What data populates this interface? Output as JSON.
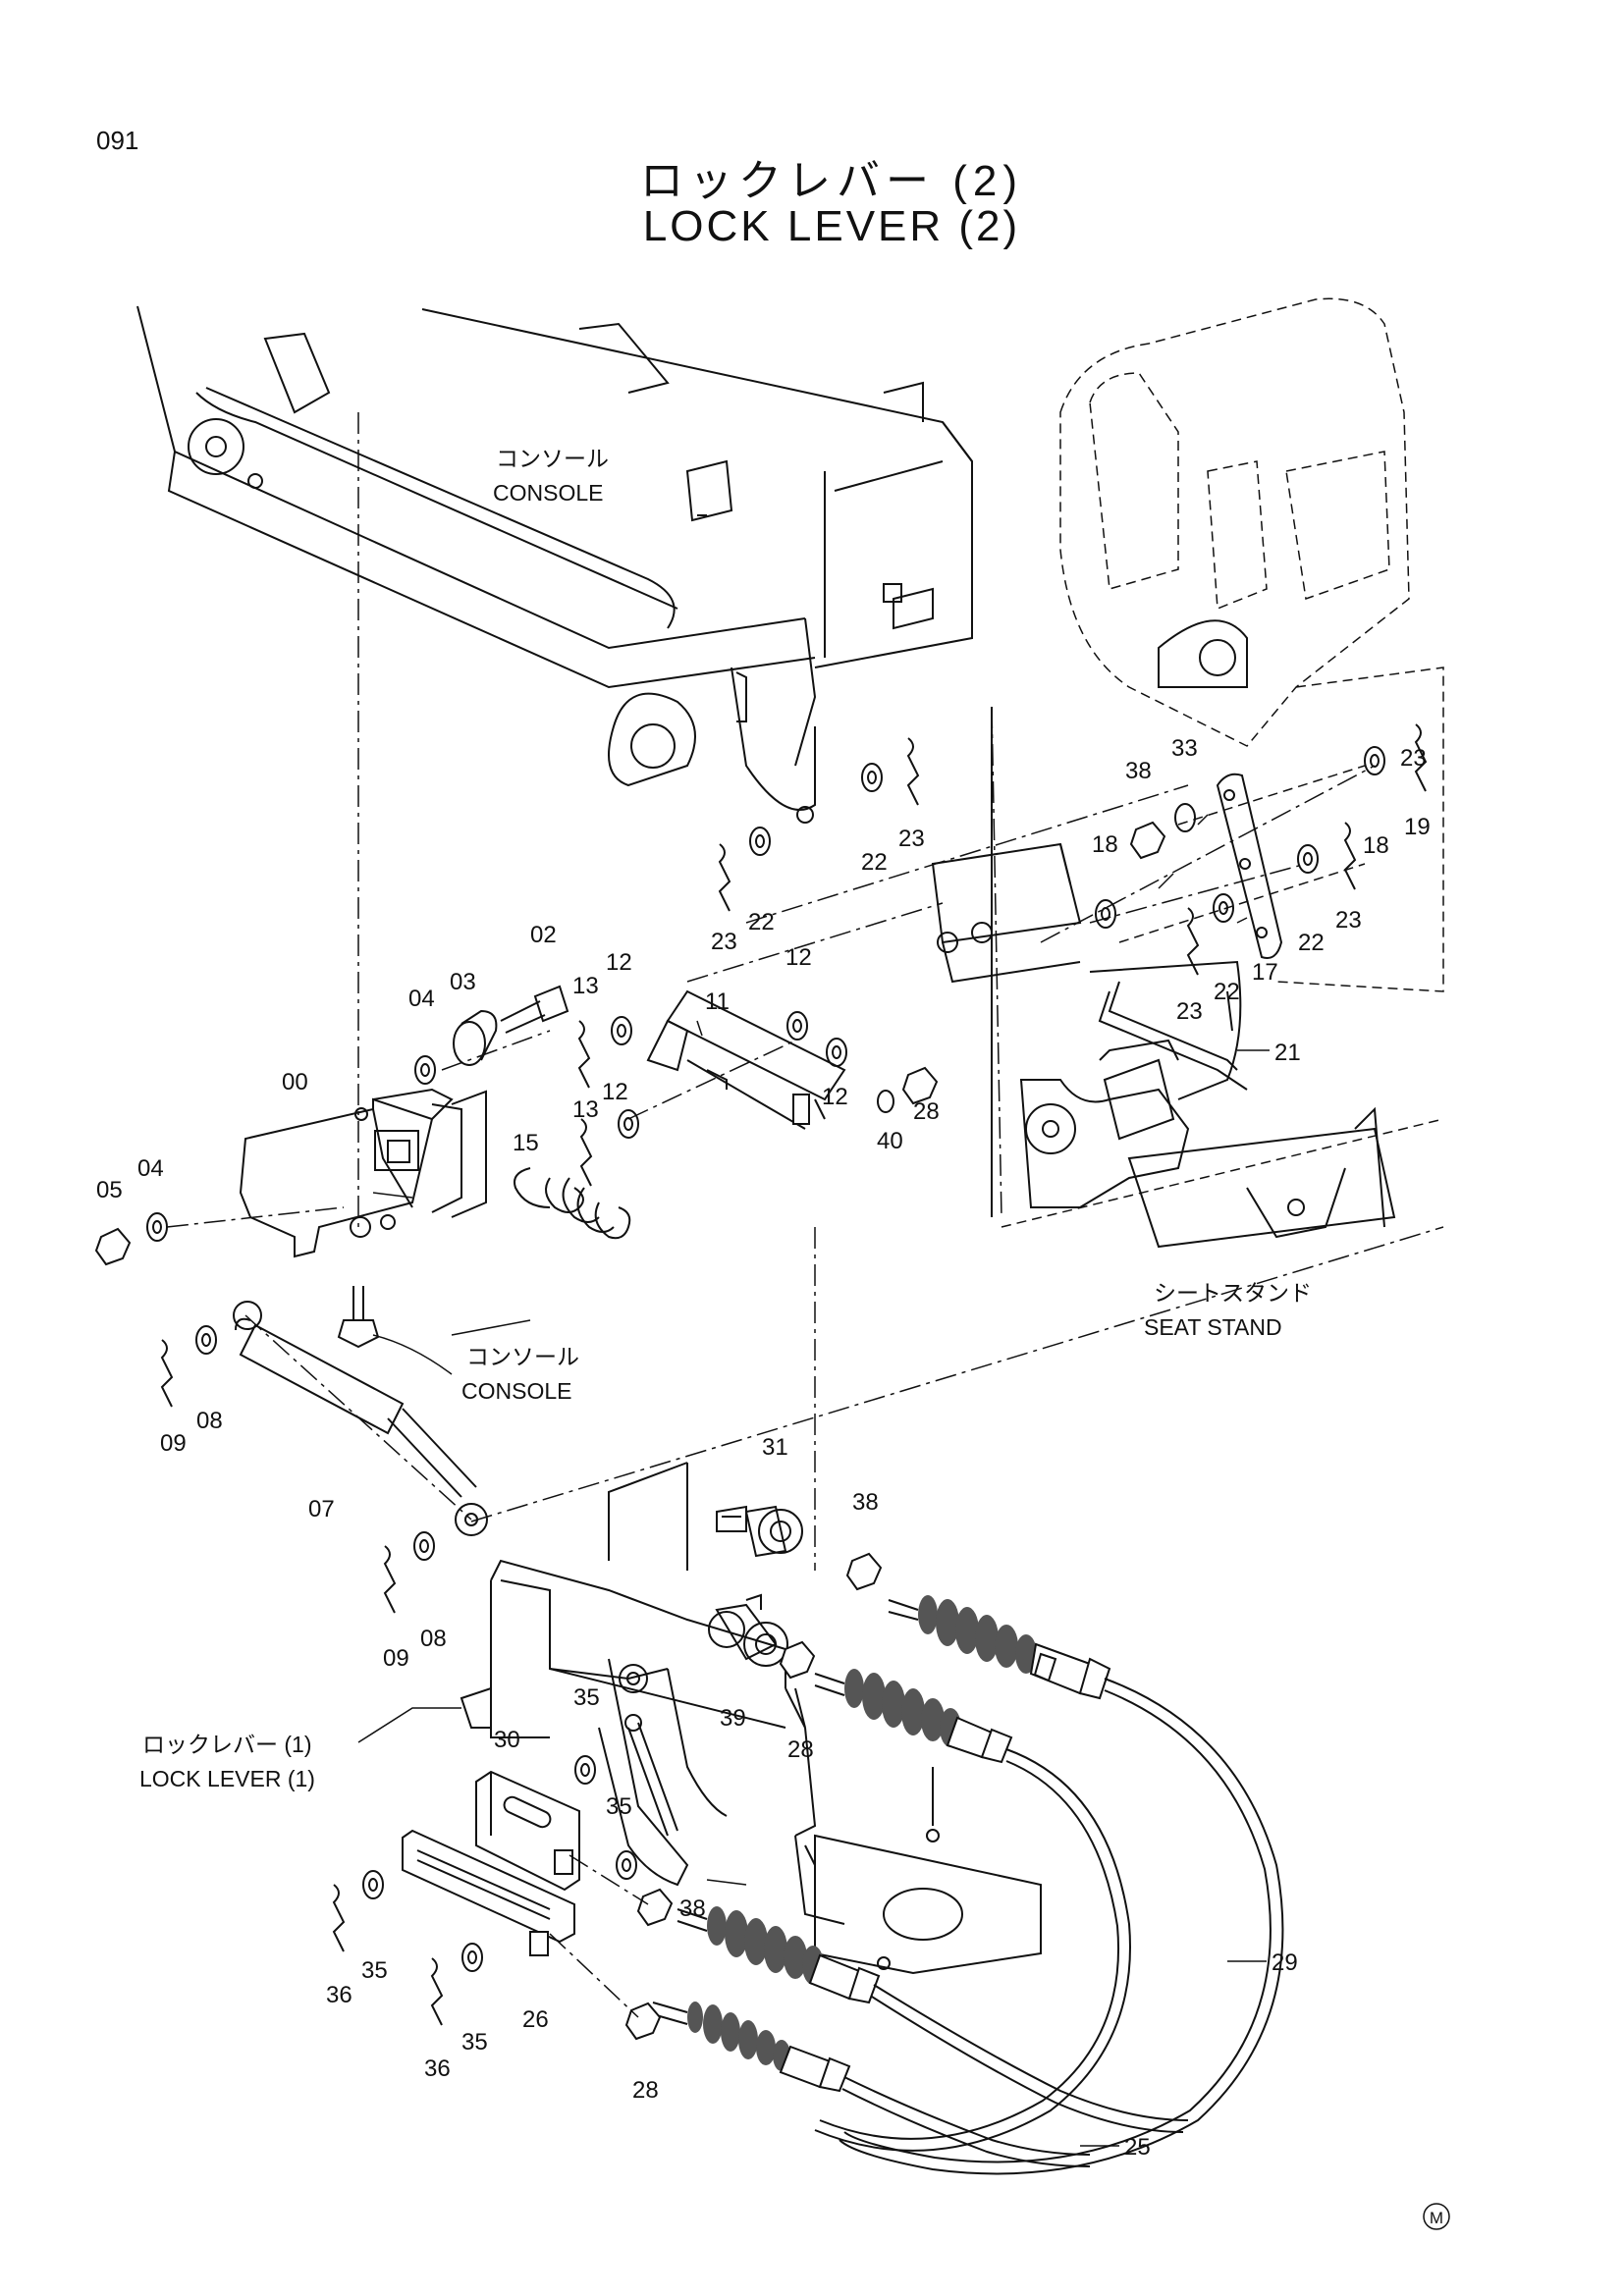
{
  "page_number": "091",
  "title": {
    "japanese": "ロックレバー (2)",
    "english": "LOCK LEVER (2)"
  },
  "notes": {
    "console_top_jp": "コンソール",
    "console_top_en": "CONSOLE",
    "console_mid_jp": "コンソール",
    "console_mid_en": "CONSOLE",
    "seat_stand_jp": "シートスタンド",
    "seat_stand_en": "SEAT STAND",
    "lock_lever1_jp": "ロックレバー (1)",
    "lock_lever1_en": "LOCK LEVER (1)",
    "corner_mark": "M"
  },
  "callouts": [
    "00",
    "02",
    "03",
    "04",
    "04",
    "05",
    "07",
    "08",
    "08",
    "09",
    "09",
    "11",
    "12",
    "12",
    "12",
    "12",
    "13",
    "13",
    "15",
    "17",
    "18",
    "18",
    "19",
    "21",
    "22",
    "22",
    "22",
    "22",
    "23",
    "23",
    "23",
    "23",
    "23",
    "25",
    "26",
    "28",
    "28",
    "28",
    "29",
    "30",
    "31",
    "33",
    "35",
    "35",
    "35",
    "35",
    "36",
    "36",
    "38",
    "38",
    "38",
    "39",
    "40"
  ]
}
